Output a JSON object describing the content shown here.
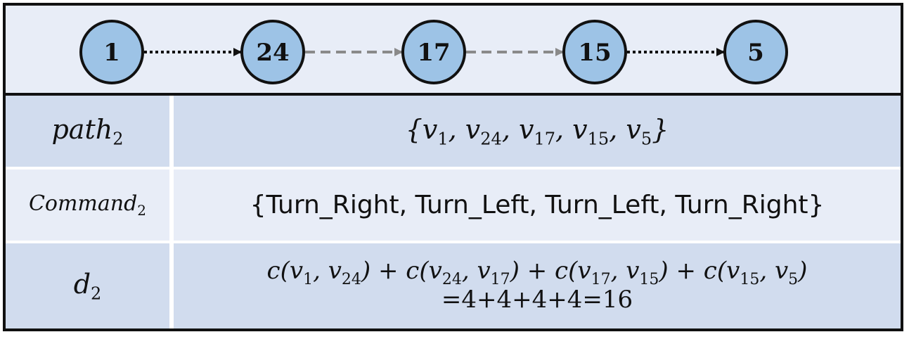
{
  "graph": {
    "nodes": [
      "1",
      "24",
      "17",
      "15",
      "5"
    ],
    "edges": [
      {
        "from": "1",
        "to": "24",
        "style": "dotted",
        "color": "#111111"
      },
      {
        "from": "24",
        "to": "17",
        "style": "dashed",
        "color": "#8a8a8a"
      },
      {
        "from": "17",
        "to": "15",
        "style": "dashed",
        "color": "#8a8a8a"
      },
      {
        "from": "15",
        "to": "5",
        "style": "dotted",
        "color": "#111111"
      }
    ],
    "node_fill": "#9dc3e6"
  },
  "rows": {
    "path_label": "path",
    "path_label_sub": "2",
    "path_value": "{v1, v24, v17, v15, v5}",
    "command_label": "Command",
    "command_label_sub": "2",
    "command_value": "{Turn_Right, Turn_Left, Turn_Left, Turn_Right}",
    "d_label": "d",
    "d_label_sub": "2",
    "d_expression": "c(v1, v24) + c(v24, v17) + c(v17, v15) + c(v15, v5)",
    "d_sum": "=4+4+4+4=16"
  }
}
